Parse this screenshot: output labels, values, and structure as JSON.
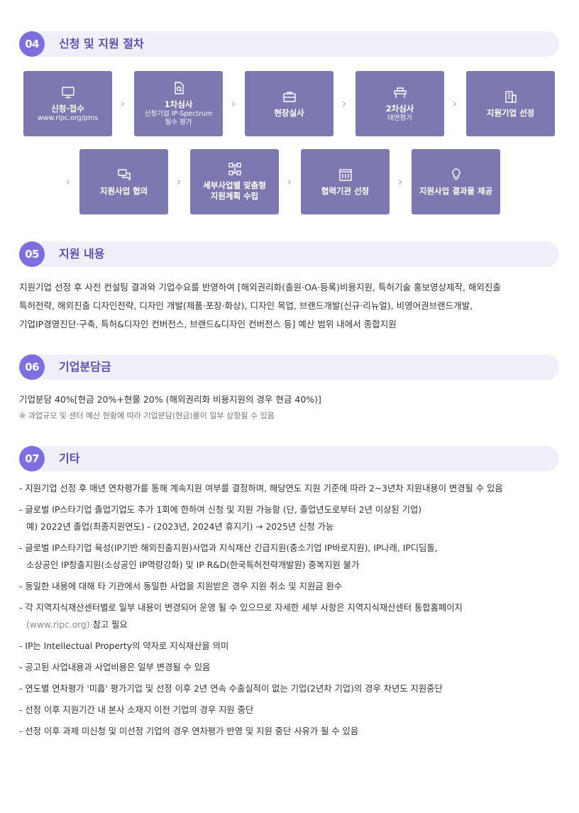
{
  "sections": {
    "s04": {
      "num": "04",
      "title": "신청 및 지원 절차"
    },
    "s05": {
      "num": "05",
      "title": "지원 내용"
    },
    "s06": {
      "num": "06",
      "title": "기업분담금"
    },
    "s07": {
      "num": "07",
      "title": "기타"
    }
  },
  "steps": [
    {
      "title": "신청·접수",
      "sub": "www.ripc.org/pms",
      "icon": "monitor-icon"
    },
    {
      "title": "1차심사",
      "sub1": "신청기업 IP-Spectrum",
      "sub2": "필수 평가",
      "icon": "document-search-icon"
    },
    {
      "title": "현장실사",
      "icon": "briefcase-icon"
    },
    {
      "title": "2차심사",
      "sub": "대면평가",
      "icon": "desk-icon"
    },
    {
      "title": "지원기업 선정",
      "icon": "building-icon"
    },
    {
      "title": "지원사업 협의",
      "icon": "chat-icon"
    },
    {
      "title1": "세부사업별 맞춤형",
      "title2": "지원계획 수립",
      "icon": "network-icon"
    },
    {
      "title": "협력기관 선정",
      "icon": "office-icon"
    },
    {
      "title": "지원사업 결과물 제공",
      "icon": "lightbulb-icon"
    }
  ],
  "support_content": {
    "line1": "지원기업 선정 후 사전 컨설팅 결과와 기업수요를 반영하여 [해외권리화(출원·OA·등록)비용지원, 특허기술 홍보영상제작, 해외진출",
    "line2": "특허전략, 해외진출 디자인전략, 디자인 개발(제품·포장·화상), 디자인 목업, 브랜드개발(신규·리뉴얼), 비영어권브랜드개발,",
    "line3": "기업IP경영진단·구축, 특허&디자인 컨버전스, 브랜드&디자인 컨버전스 등] 예산 범위 내에서 종합지원"
  },
  "cost_share": {
    "main": "기업분담 40%[현금 20%+현물 20% (해외권리화 비용지원의 경우 현금 40%)]",
    "note": "※ 과업규모 및 센터 예산 현황에 따라 기업분담(현금)률이 일부 상향될 수 있음"
  },
  "etc": {
    "i1": "- 지원기업 선정 후 매년 연차평가를 통해 계속지원 여부를 결정하며, 해당연도 지원 기준에 따라 2~3년차 지원내용이 변경될 수 있음",
    "i2a": "- 글로벌 IP스타기업 졸업기업도 추가 1회에 한하여 신청 및 지원 가능함 (단, 졸업년도로부터 2년 이상된 기업)",
    "i2b": "예) 2022년 졸업(최종지원연도) - (2023년, 2024년 휴지기) → 2025년 신청 가능",
    "i3a": "- 글로벌 IP스타기업 육성(IP기반 해외진출지원)사업과 지식재산 긴급지원(중소기업 IP바로지원), IP나래, IP디딤돌,",
    "i3b": "소상공인 IP창출지원(소상공인 IP역량강화) 및 IP R&D(한국특허전략개발원) 중복지원 불가",
    "i4": "- 동일한 내용에 대해 타 기관에서 동일한 사업을 지원받은 경우 지원 취소 및 지원금 환수",
    "i5a": "- 각 지역지식재산센터별로 일부 내용이 변경되어 운영 될 수 있으므로 자세한 세부 사항은 지역지식재산센터 통합홈페이지",
    "i5b_link": "(www.ripc.org)",
    "i5b_rest": " 참고 필요",
    "i6": "- IP는 Intellectual Property의 약자로 지식재산을 의미",
    "i7": "- 공고된 사업내용과 사업비용은 일부 변경될 수 있음",
    "i8": "- 연도별 연차평가 '미흡' 평가기업 및 선정 이후 2년 연속 수출실적이 없는 기업(2년차 기업)의 경우 차년도 지원중단",
    "i9": "- 선정 이후 지원기간 내 본사 소재지 이전 기업의 경우 지원 중단",
    "i10": "- 선정 이후 과제 미신청 및 미선정 기업의 경우 연차평가 반영 및 지원 중단 사유가 될 수 있음"
  },
  "colors": {
    "accent": "#7e6fe0",
    "step_bg": "#7d79b0",
    "header_bg": "#efeffa",
    "title": "#5a4fae"
  }
}
